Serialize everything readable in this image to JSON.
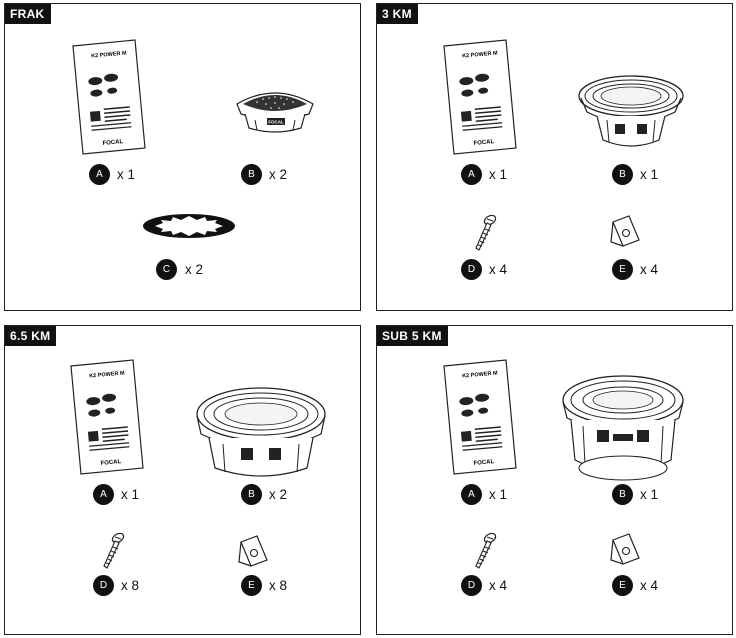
{
  "panels": [
    {
      "title": "FRAK",
      "items": [
        {
          "letter": "A",
          "qty": "x 1",
          "icon": "manual-booklet-icon"
        },
        {
          "letter": "B",
          "qty": "x 2",
          "icon": "tweeter-icon"
        },
        {
          "letter": "C",
          "qty": "x 2",
          "icon": "gasket-ring-icon"
        }
      ]
    },
    {
      "title": "3 KM",
      "items": [
        {
          "letter": "A",
          "qty": "x 1",
          "icon": "manual-booklet-icon"
        },
        {
          "letter": "B",
          "qty": "x 1",
          "icon": "speaker-icon"
        },
        {
          "letter": "D",
          "qty": "x 4",
          "icon": "screw-icon"
        },
        {
          "letter": "E",
          "qty": "x 4",
          "icon": "clip-icon"
        }
      ]
    },
    {
      "title": "6.5 KM",
      "items": [
        {
          "letter": "A",
          "qty": "x 1",
          "icon": "manual-booklet-icon"
        },
        {
          "letter": "B",
          "qty": "x 2",
          "icon": "speaker-icon"
        },
        {
          "letter": "D",
          "qty": "x 8",
          "icon": "screw-icon"
        },
        {
          "letter": "E",
          "qty": "x 8",
          "icon": "clip-icon"
        }
      ]
    },
    {
      "title": "SUB 5 KM",
      "items": [
        {
          "letter": "A",
          "qty": "x 1",
          "icon": "manual-booklet-icon"
        },
        {
          "letter": "B",
          "qty": "x 1",
          "icon": "subwoofer-icon"
        },
        {
          "letter": "D",
          "qty": "x 4",
          "icon": "screw-icon"
        },
        {
          "letter": "E",
          "qty": "x 4",
          "icon": "clip-icon"
        }
      ]
    }
  ],
  "booklet": {
    "title": "K2 POWER M",
    "brand": "FOCAL"
  },
  "speaker_label": "FOCAL"
}
